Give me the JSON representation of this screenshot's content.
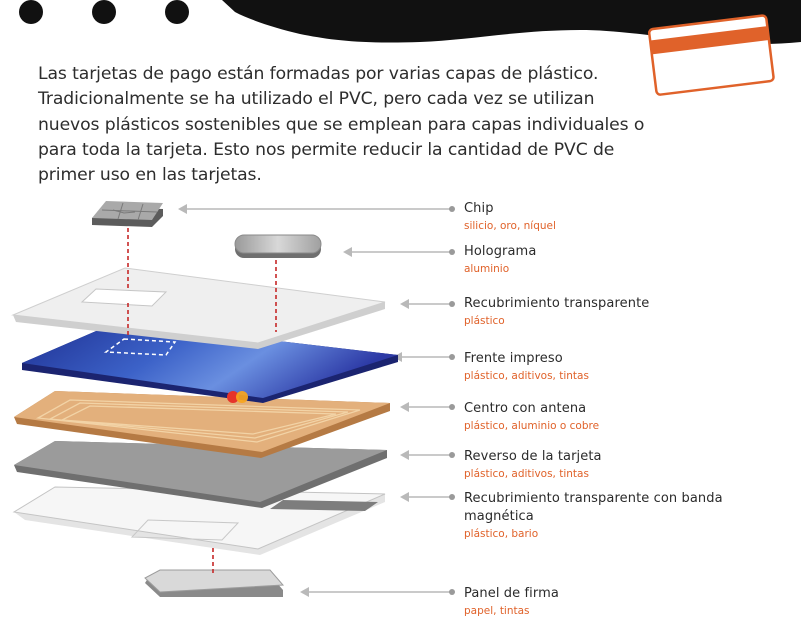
{
  "intro": {
    "lines": [
      "Las tarjetas de pago están formadas por varias capas de plástico.",
      "Tradicionalmente se ha utilizado el PVC, pero cada vez se utilizan",
      "nuevos plásticos sostenibles que se emplean para capas individuales o",
      "para toda la tarjeta. Esto nos permite reducir la cantidad de PVC de",
      "primer uso en las tarjetas."
    ]
  },
  "layers": [
    {
      "name": "Chip",
      "material": "silicio, oro, níquel"
    },
    {
      "name": "Holograma",
      "material": "aluminio"
    },
    {
      "name": "Recubrimiento transparente",
      "material": "plástico"
    },
    {
      "name": "Frente impreso",
      "material": "plástico, aditivos, tintas"
    },
    {
      "name": "Centro con antena",
      "material": "plástico, aluminio o cobre"
    },
    {
      "name": "Reverso de la tarjeta",
      "material": "plástico, aditivos, tintas"
    },
    {
      "name": "Recubrimiento transparente con banda magnética",
      "material": "plástico, bario"
    },
    {
      "name": "Panel de firma",
      "material": "papel, tintas"
    }
  ],
  "colors": {
    "accent": "#e0622a",
    "leader_line": "#b9b9b9",
    "dashed_connector": "#c62828",
    "front_blue": "#2a3a9e",
    "antenna_core": "#e3b07c",
    "back_gray": "#8d8d8d"
  },
  "icons": [
    "card-outline-icon",
    "mastercard-logo-icon"
  ]
}
